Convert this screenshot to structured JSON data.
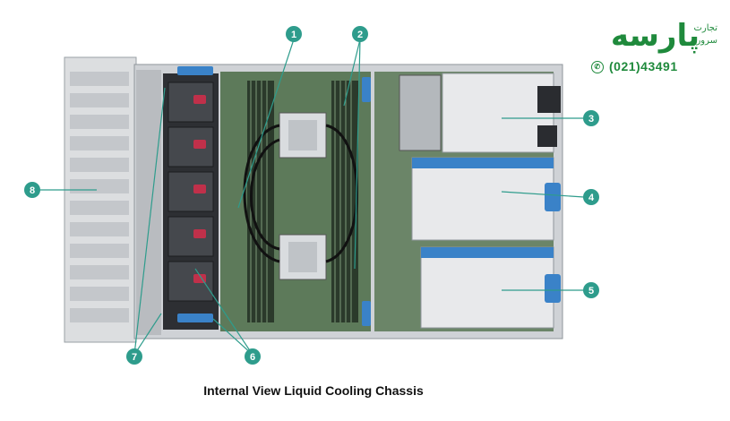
{
  "caption": "Internal View Liquid Cooling Chassis",
  "callouts": [
    "1",
    "2",
    "3",
    "4",
    "5",
    "6",
    "7",
    "8"
  ],
  "logo": {
    "brand": "پارسه",
    "line1": "تجارت",
    "line2": "سرور"
  },
  "phone": "(021)43491",
  "colors": {
    "callout": "#2e9c8c",
    "brand": "#1f8a3c",
    "chassis": "#c9ccd0",
    "board": "#5d7a5a",
    "handle": "#3a82c8"
  }
}
